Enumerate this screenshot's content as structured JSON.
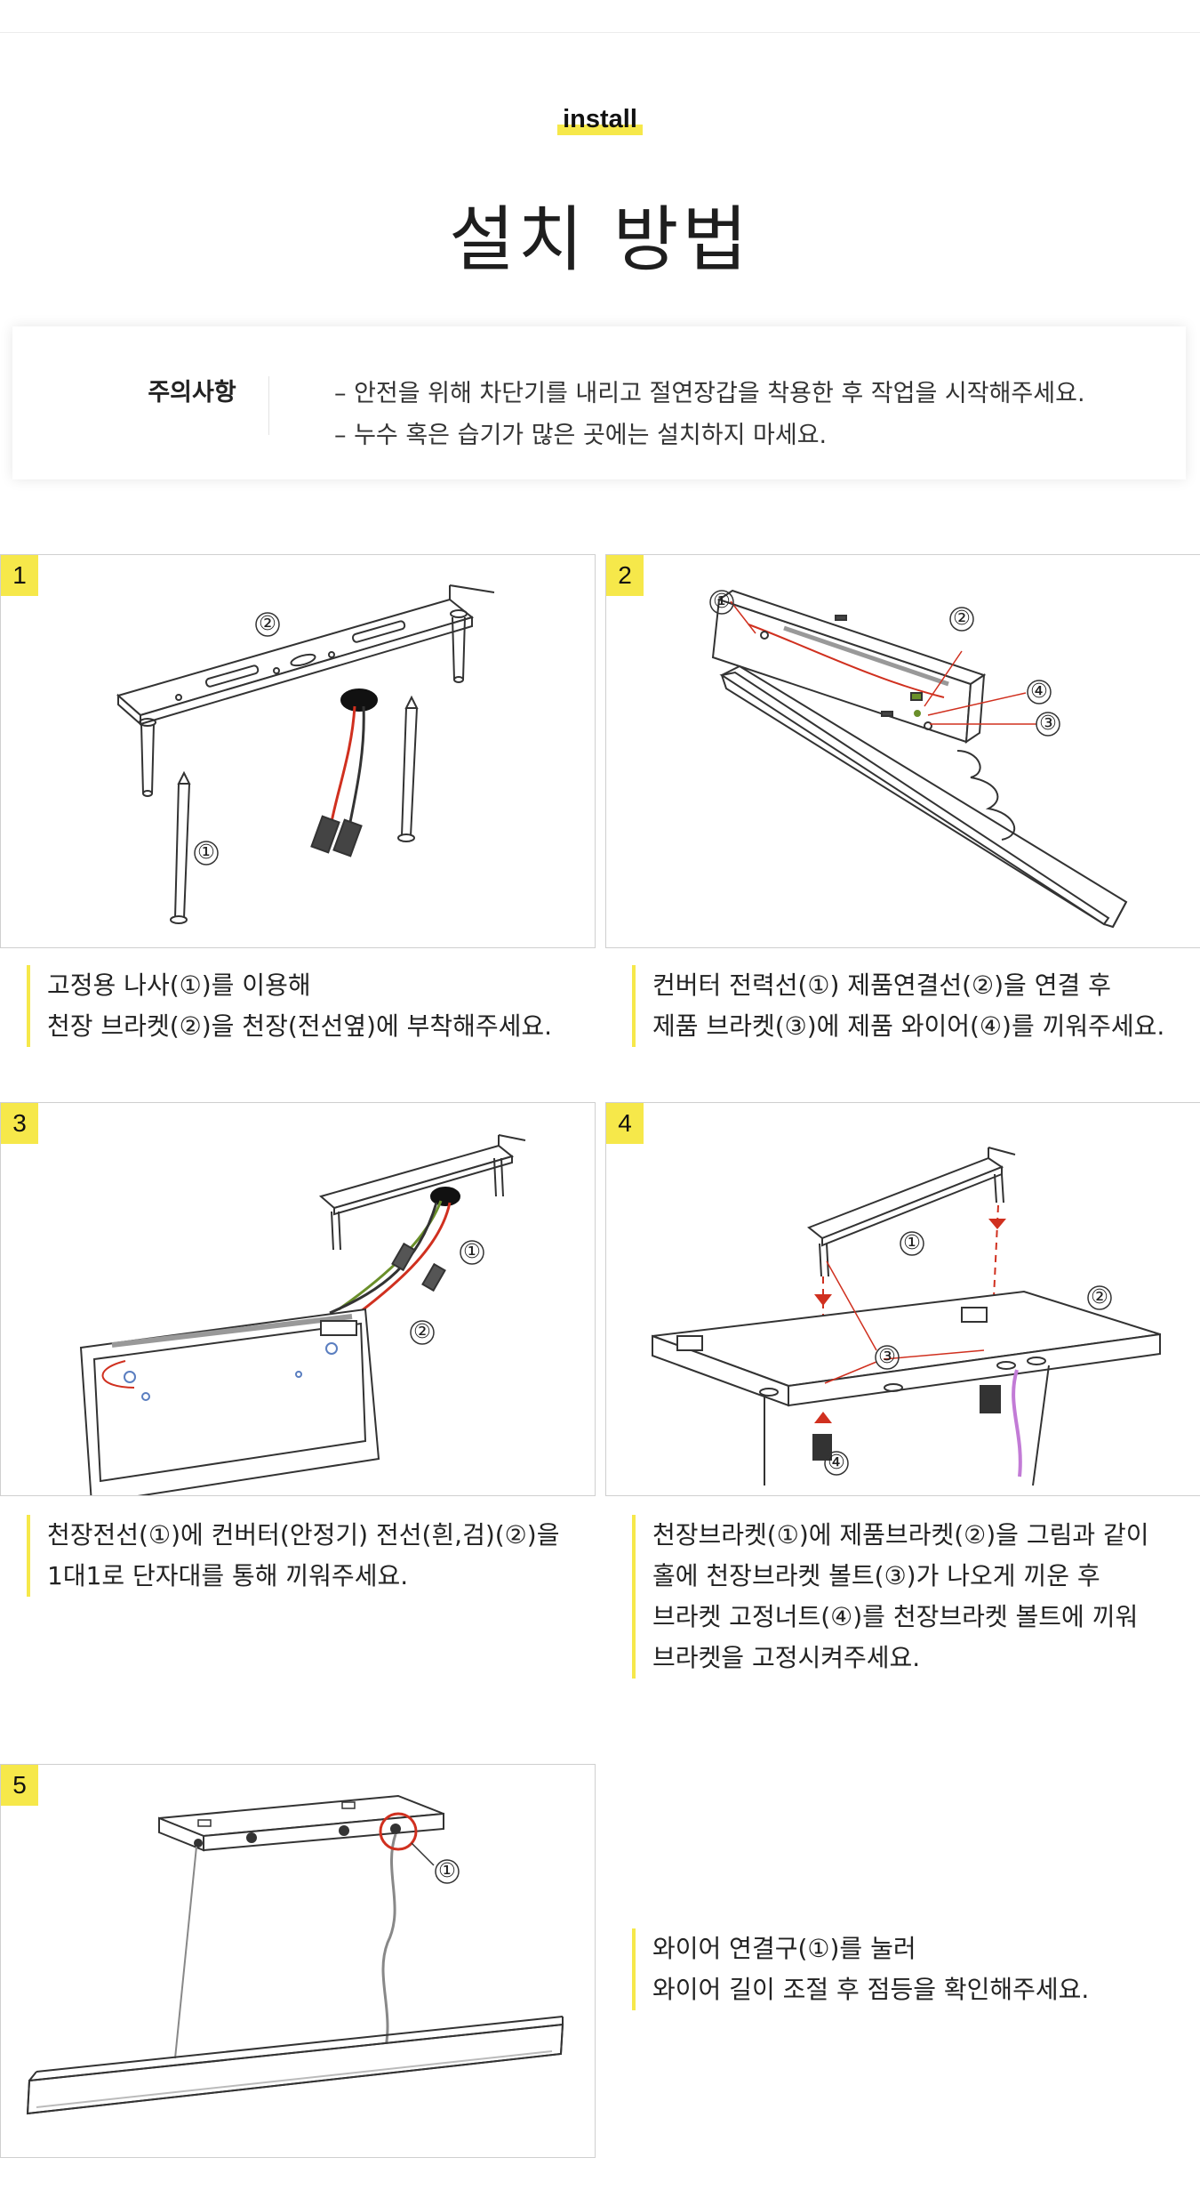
{
  "header": {
    "tag": "install",
    "title": "설치 방법"
  },
  "notice": {
    "label": "주의사항",
    "lines": [
      "– 안전을 위해 차단기를 내리고 절연장갑을 착용한 후 작업을 시작해주세요.",
      "– 누수 혹은 습기가 많은 곳에는 설치하지 마세요."
    ]
  },
  "steps": [
    {
      "number": "1",
      "markers": [
        "②",
        "①"
      ],
      "caption": [
        "고정용 나사(①)를 이용해",
        "천장 브라켓(②)을 천장(전선옆)에 부착해주세요."
      ]
    },
    {
      "number": "2",
      "markers": [
        "①",
        "②",
        "④",
        "③"
      ],
      "caption": [
        "컨버터 전력선(①) 제품연결선(②)을 연결 후",
        "제품 브라켓(③)에 제품 와이어(④)를 끼워주세요."
      ]
    },
    {
      "number": "3",
      "markers": [
        "①",
        "②"
      ],
      "caption": [
        "천장전선(①)에 컨버터(안정기) 전선(흰,검)(②)을",
        "1대1로 단자대를 통해 끼워주세요."
      ]
    },
    {
      "number": "4",
      "markers": [
        "①",
        "②",
        "③",
        "④"
      ],
      "caption": [
        "천장브라켓(①)에 제품브라켓(②)을 그림과 같이",
        "홀에 천장브라켓 볼트(③)가 나오게 끼운 후",
        "브라켓 고정너트(④)를 천장브라켓 볼트에 끼워",
        "브라켓을 고정시켜주세요."
      ]
    },
    {
      "number": "5",
      "markers": [
        "①"
      ],
      "caption": [
        "와이어 연결구(①)를 눌러",
        "와이어 길이 조절 후 점등을 확인해주세요."
      ]
    }
  ],
  "colors": {
    "accent": "#f6e84a",
    "wire_red": "#d0301f",
    "wire_green": "#6a8f2a",
    "outline": "#333333"
  }
}
